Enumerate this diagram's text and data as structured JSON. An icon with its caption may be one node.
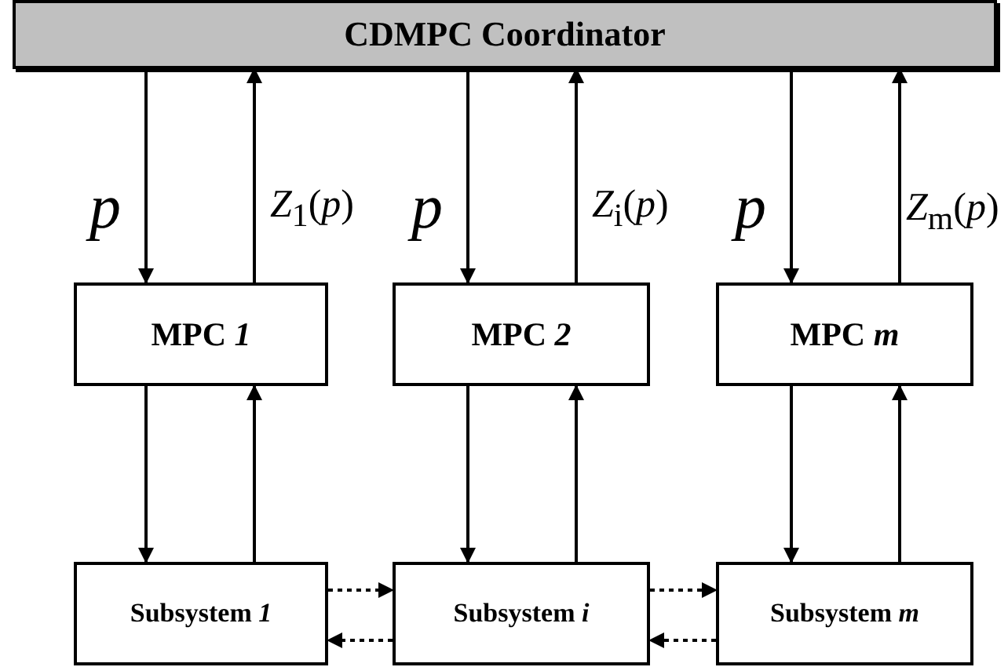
{
  "diagram": {
    "nodes": [
      {
        "text": [
          "CDMPC Coordinator"
        ]
      },
      {
        "text": [
          "MPC *1*"
        ]
      },
      {
        "text": [
          "MPC *2*"
        ]
      },
      {
        "text": [
          "MPC *m*"
        ]
      },
      {
        "text": [
          "Subsystem *1*"
        ]
      },
      {
        "text": [
          "Subsystem *i*"
        ]
      },
      {
        "text": [
          "Subsystem *m*"
        ]
      }
    ],
    "edges": [
      {
        "from": 0,
        "to": 1,
        "arrow": "to",
        "label": "*p*"
      },
      {
        "from": 1,
        "to": 0,
        "arrow": "to",
        "label": "*Z*$_{1}$(*p*)"
      },
      {
        "from": 0,
        "to": 2,
        "arrow": "to",
        "label": "*p*"
      },
      {
        "from": 2,
        "to": 0,
        "arrow": "to",
        "label": "*Z*$_{i}$(*p*)"
      },
      {
        "from": 0,
        "to": 3,
        "arrow": "to",
        "label": "*p*"
      },
      {
        "from": 3,
        "to": 0,
        "arrow": "to",
        "label": "*Z*$_{m}$(*p*)"
      },
      {
        "from": 1,
        "to": 4,
        "arrow": "to"
      },
      {
        "from": 4,
        "to": 1,
        "arrow": "to"
      },
      {
        "from": 2,
        "to": 5,
        "arrow": "to"
      },
      {
        "from": 5,
        "to": 2,
        "arrow": "to"
      },
      {
        "from": 3,
        "to": 6,
        "arrow": "to"
      },
      {
        "from": 6,
        "to": 3,
        "arrow": "to"
      },
      {
        "from": 4,
        "to": 5,
        "arrow": "to",
        "style": "dashed"
      },
      {
        "from": 5,
        "to": 4,
        "arrow": "to",
        "style": "dashed"
      },
      {
        "from": 5,
        "to": 6,
        "arrow": "to",
        "style": "dashed"
      },
      {
        "from": 6,
        "to": 5,
        "arrow": "to",
        "style": "dashed"
      }
    ]
  }
}
